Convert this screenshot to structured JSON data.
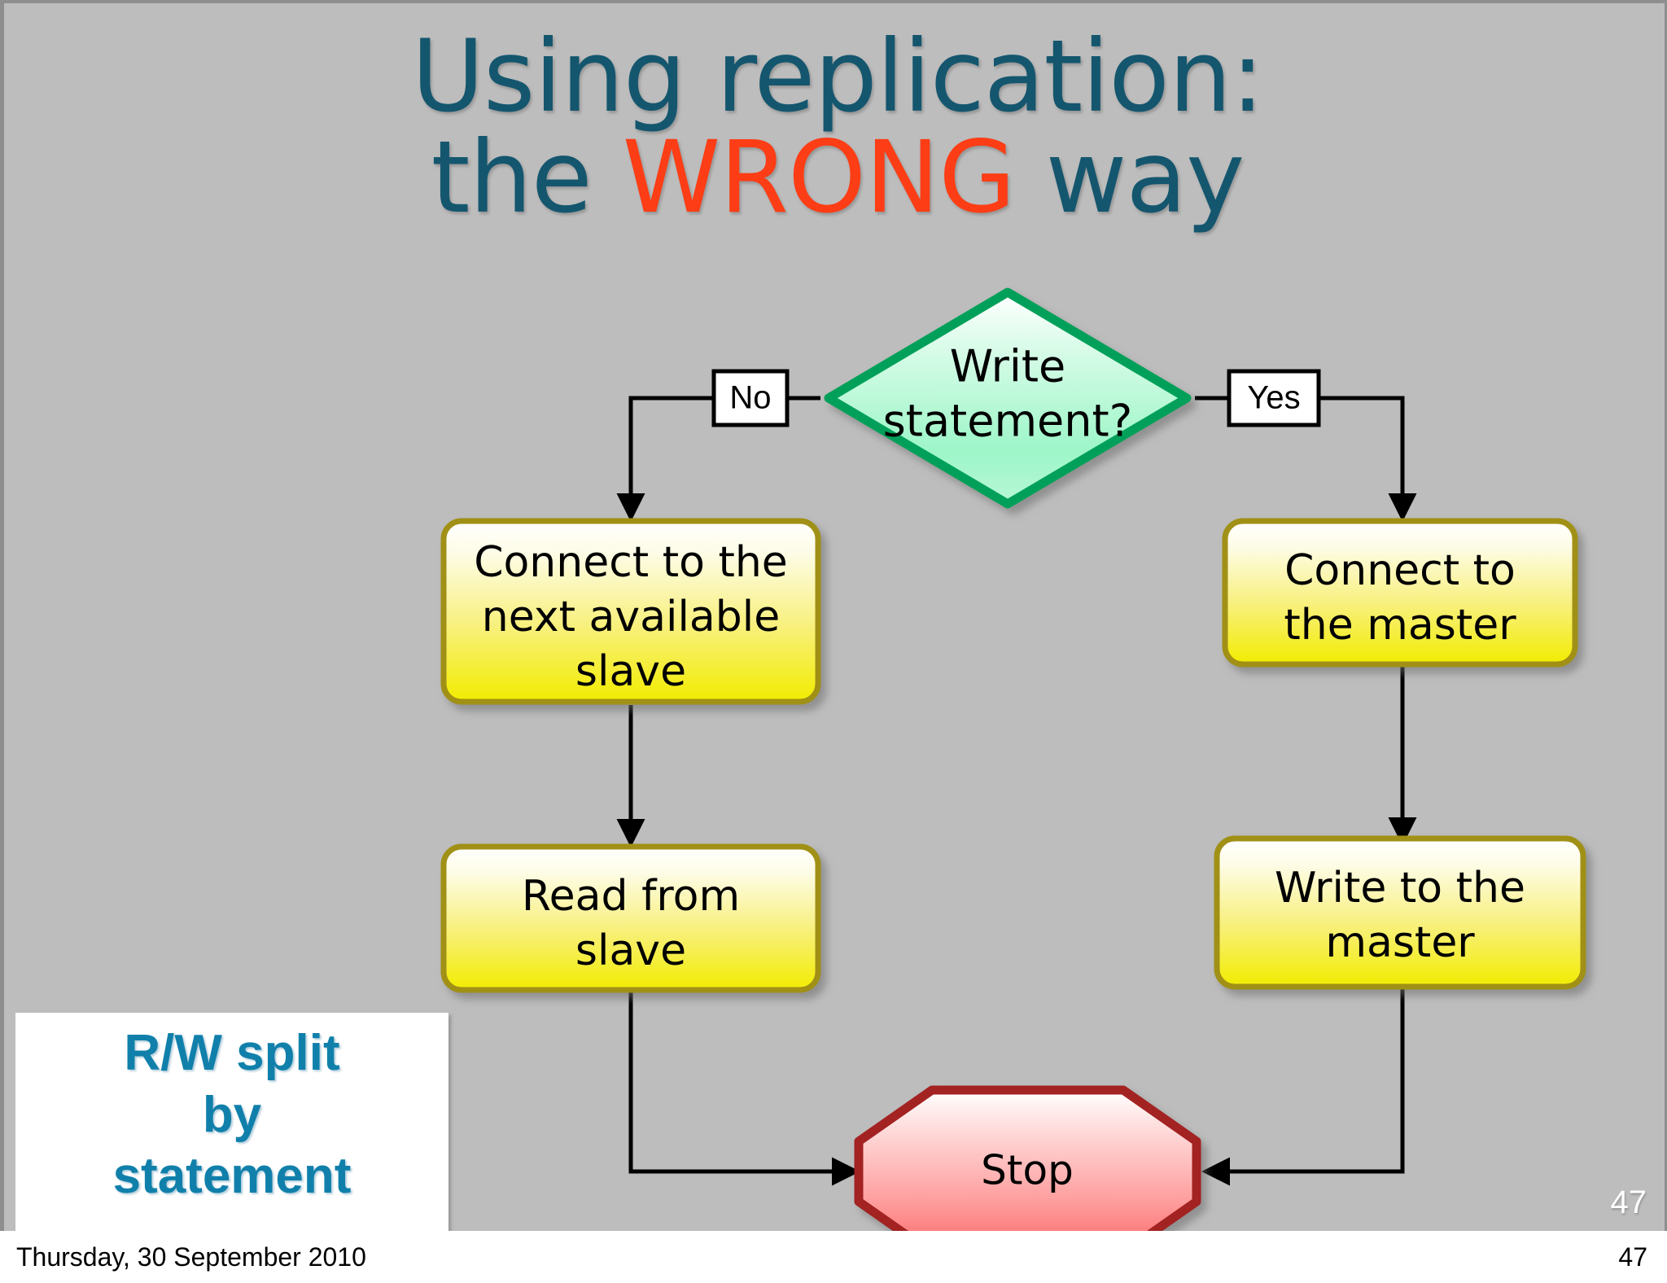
{
  "slide": {
    "background_color": "#bdbdbd",
    "page_number": "47",
    "title": {
      "line1": "Using replication:",
      "line2_before": "the ",
      "line2_emphasis": "WRONG",
      "line2_after": " way",
      "color": "#14566e",
      "emphasis_color": "#fc3d15"
    },
    "callout": {
      "line1": "R/W split",
      "line2": "by",
      "line3": "statement",
      "text_color": "#1080ab",
      "background_color": "#ffffff"
    }
  },
  "flowchart": {
    "nodes": [
      {
        "id": "decision",
        "shape": "diamond",
        "label_line1": "Write",
        "label_line2": "statement?",
        "border_color": "#00a05a",
        "fill_top": "#ffffff",
        "fill_bottom": "#9cf5c6"
      },
      {
        "id": "connect-slave",
        "shape": "process",
        "label_line1": "Connect to the",
        "label_line2": "next available",
        "label_line3": "slave",
        "border_color": "#a09018",
        "fill_top": "#ffffff",
        "fill_bottom": "#f2ec00"
      },
      {
        "id": "connect-master",
        "shape": "process",
        "label_line1": "Connect to",
        "label_line2": "the master",
        "border_color": "#a09018",
        "fill_top": "#ffffff",
        "fill_bottom": "#f2ec00"
      },
      {
        "id": "read-slave",
        "shape": "process",
        "label_line1": "Read from",
        "label_line2": "slave",
        "border_color": "#a09018",
        "fill_top": "#ffffff",
        "fill_bottom": "#f2ec00"
      },
      {
        "id": "write-master",
        "shape": "process",
        "label_line1": "Write to the",
        "label_line2": "master",
        "border_color": "#a09018",
        "fill_top": "#ffffff",
        "fill_bottom": "#f2ec00"
      },
      {
        "id": "stop",
        "shape": "octagon",
        "label": "Stop",
        "border_color": "#a32020",
        "fill_top": "#ffffff",
        "fill_bottom": "#fb6a6a"
      }
    ],
    "edge_labels": {
      "no": "No",
      "yes": "Yes"
    },
    "connector_color": "#000000"
  },
  "footer": {
    "date": "Thursday, 30 September 2010",
    "page_number": "47"
  }
}
